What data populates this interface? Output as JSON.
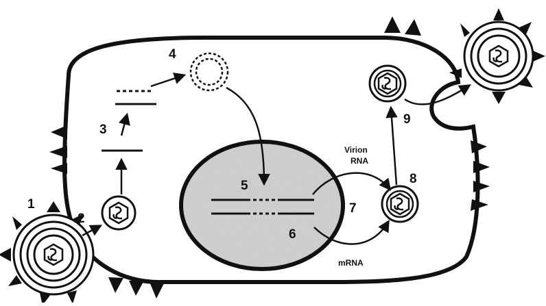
{
  "diagram": {
    "step_labels": {
      "s1": "1",
      "s2": "2",
      "s3": "3",
      "s4": "4",
      "s5": "5",
      "s6": "6",
      "s7": "7",
      "s8": "8",
      "s9": "9"
    },
    "text_labels": {
      "virion_rna_line1": "Virion",
      "virion_rna_line2": "RNA",
      "mrna": "mRNA"
    }
  },
  "colors": {
    "ink": "#111111",
    "background": "#ffffff",
    "nucleus_fill": "#cfcfcf"
  }
}
